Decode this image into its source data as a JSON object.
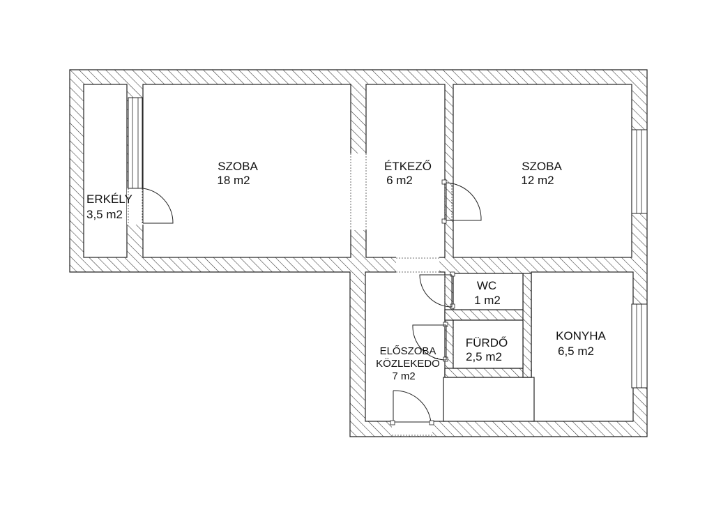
{
  "rooms": {
    "erkely": {
      "name": "ERKÉLY",
      "area": "3,5 m2"
    },
    "szoba1": {
      "name": "SZOBA",
      "area": "18 m2"
    },
    "etkezo": {
      "name": "ÉTKEZŐ",
      "area": "6 m2"
    },
    "szoba2": {
      "name": "SZOBA",
      "area": "12 m2"
    },
    "wc": {
      "name": "WC",
      "area": "1 m2"
    },
    "furdo": {
      "name": "FÜRDŐ",
      "area": "2,5 m2"
    },
    "konyha": {
      "name": "KONYHA",
      "area": "6,5 m2"
    },
    "eloszoba": {
      "name1": "ELŐSZOBA",
      "name2": "KÖZLEKEDŐ",
      "area": "7 m2"
    }
  }
}
